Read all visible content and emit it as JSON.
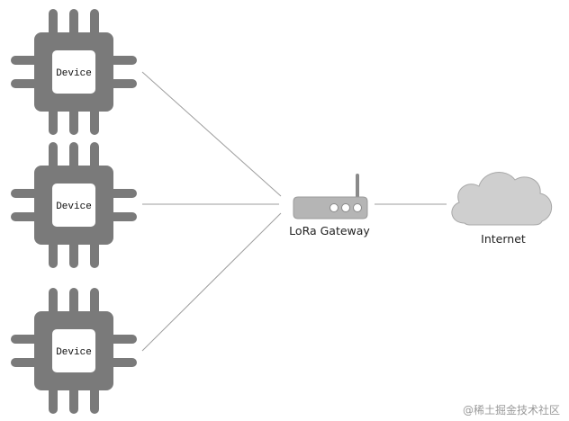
{
  "devices": [
    {
      "label": "Device"
    },
    {
      "label": "Device"
    },
    {
      "label": "Device"
    }
  ],
  "gateway": {
    "label": "LoRa Gateway"
  },
  "cloud": {
    "label": "Internet"
  },
  "watermark": "@稀土掘金技术社区",
  "colors": {
    "chip": "#7a7a7a",
    "chip_face": "#ffffff",
    "line": "#9e9e9e",
    "router_body": "#b5b5b5",
    "cloud": "#cfcfcf"
  }
}
